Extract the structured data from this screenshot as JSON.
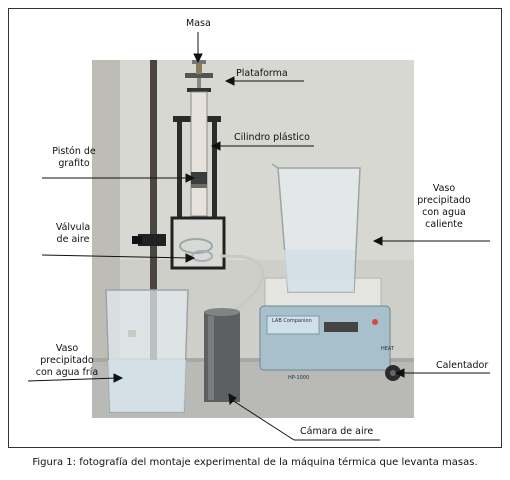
{
  "figure": {
    "labels": {
      "masa": "Masa",
      "plataforma": "Plataforma",
      "cilindro": "Cilindro plástico",
      "piston": [
        "Pistón de",
        "grafito"
      ],
      "valvula": [
        "Válvula",
        "de aire"
      ],
      "vaso_caliente": [
        "Vaso",
        "precipitado",
        "con agua",
        "caliente"
      ],
      "vaso_fria": [
        "Vaso",
        "precipitado",
        "con agua fría"
      ],
      "calentador": "Calentador",
      "camara": "Cámara de aire"
    },
    "device": {
      "brand": "LAB Companion",
      "model": "HP-1000",
      "knob_label": "HEAT"
    },
    "caption": "Figura 1: fotografía del montaje experimental de la máquina térmica que levanta masas."
  }
}
